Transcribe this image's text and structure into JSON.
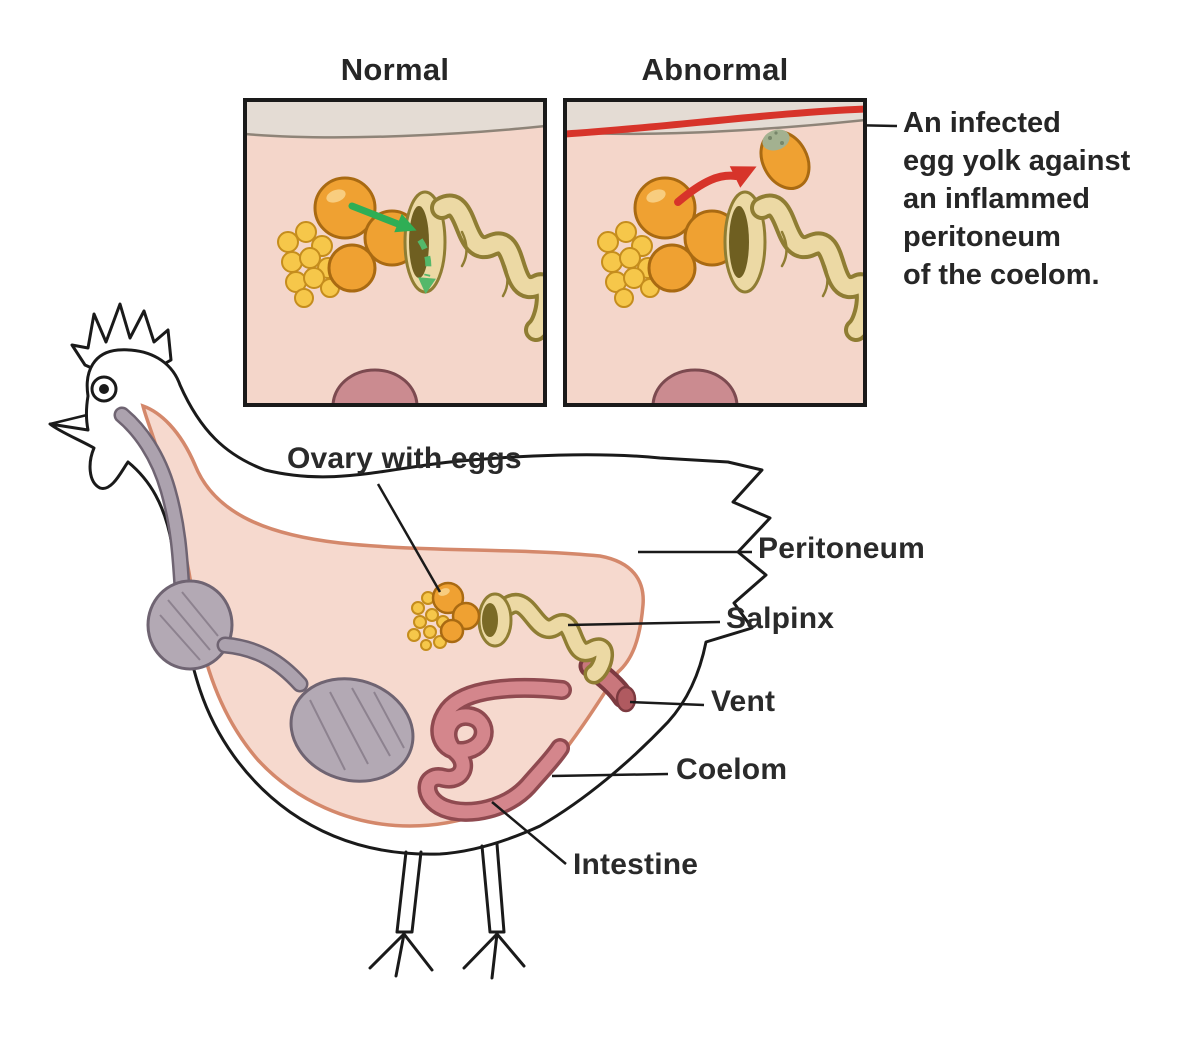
{
  "panels": {
    "normal": {
      "title": "Normal"
    },
    "abnormal": {
      "title": "Abnormal"
    }
  },
  "annotation": {
    "lines": [
      "An infected",
      "egg yolk against",
      "an inflammed",
      "peritoneum",
      "of the coelom."
    ]
  },
  "labels": {
    "ovary": "Ovary with eggs",
    "peritoneum": "Peritoneum",
    "salpinx": "Salpinx",
    "vent": "Vent",
    "coelom": "Coelom",
    "intestine": "Intestine"
  },
  "colors": {
    "background": "#ffffff",
    "outline_dark": "#1a1a1a",
    "panel_background": "#f4d6ca",
    "body_wall_band": "#e4dcd4",
    "coelom_pink": "#f6d9ce",
    "peritoneum_line": "#d4886b",
    "egg_yolk_orange": "#efa132",
    "follicle_yellow": "#f6c74a",
    "salpinx_cream": "#ecd9a4",
    "salpinx_outline": "#8f7d33",
    "digestive_gray": "#b3a9b4",
    "intestine_rose": "#d4868c",
    "vent_rose": "#c9777c",
    "normal_arrow_green": "#2fae55",
    "abnormal_arrow_red": "#d7342a",
    "infected_patch_green": "#a3b190"
  }
}
